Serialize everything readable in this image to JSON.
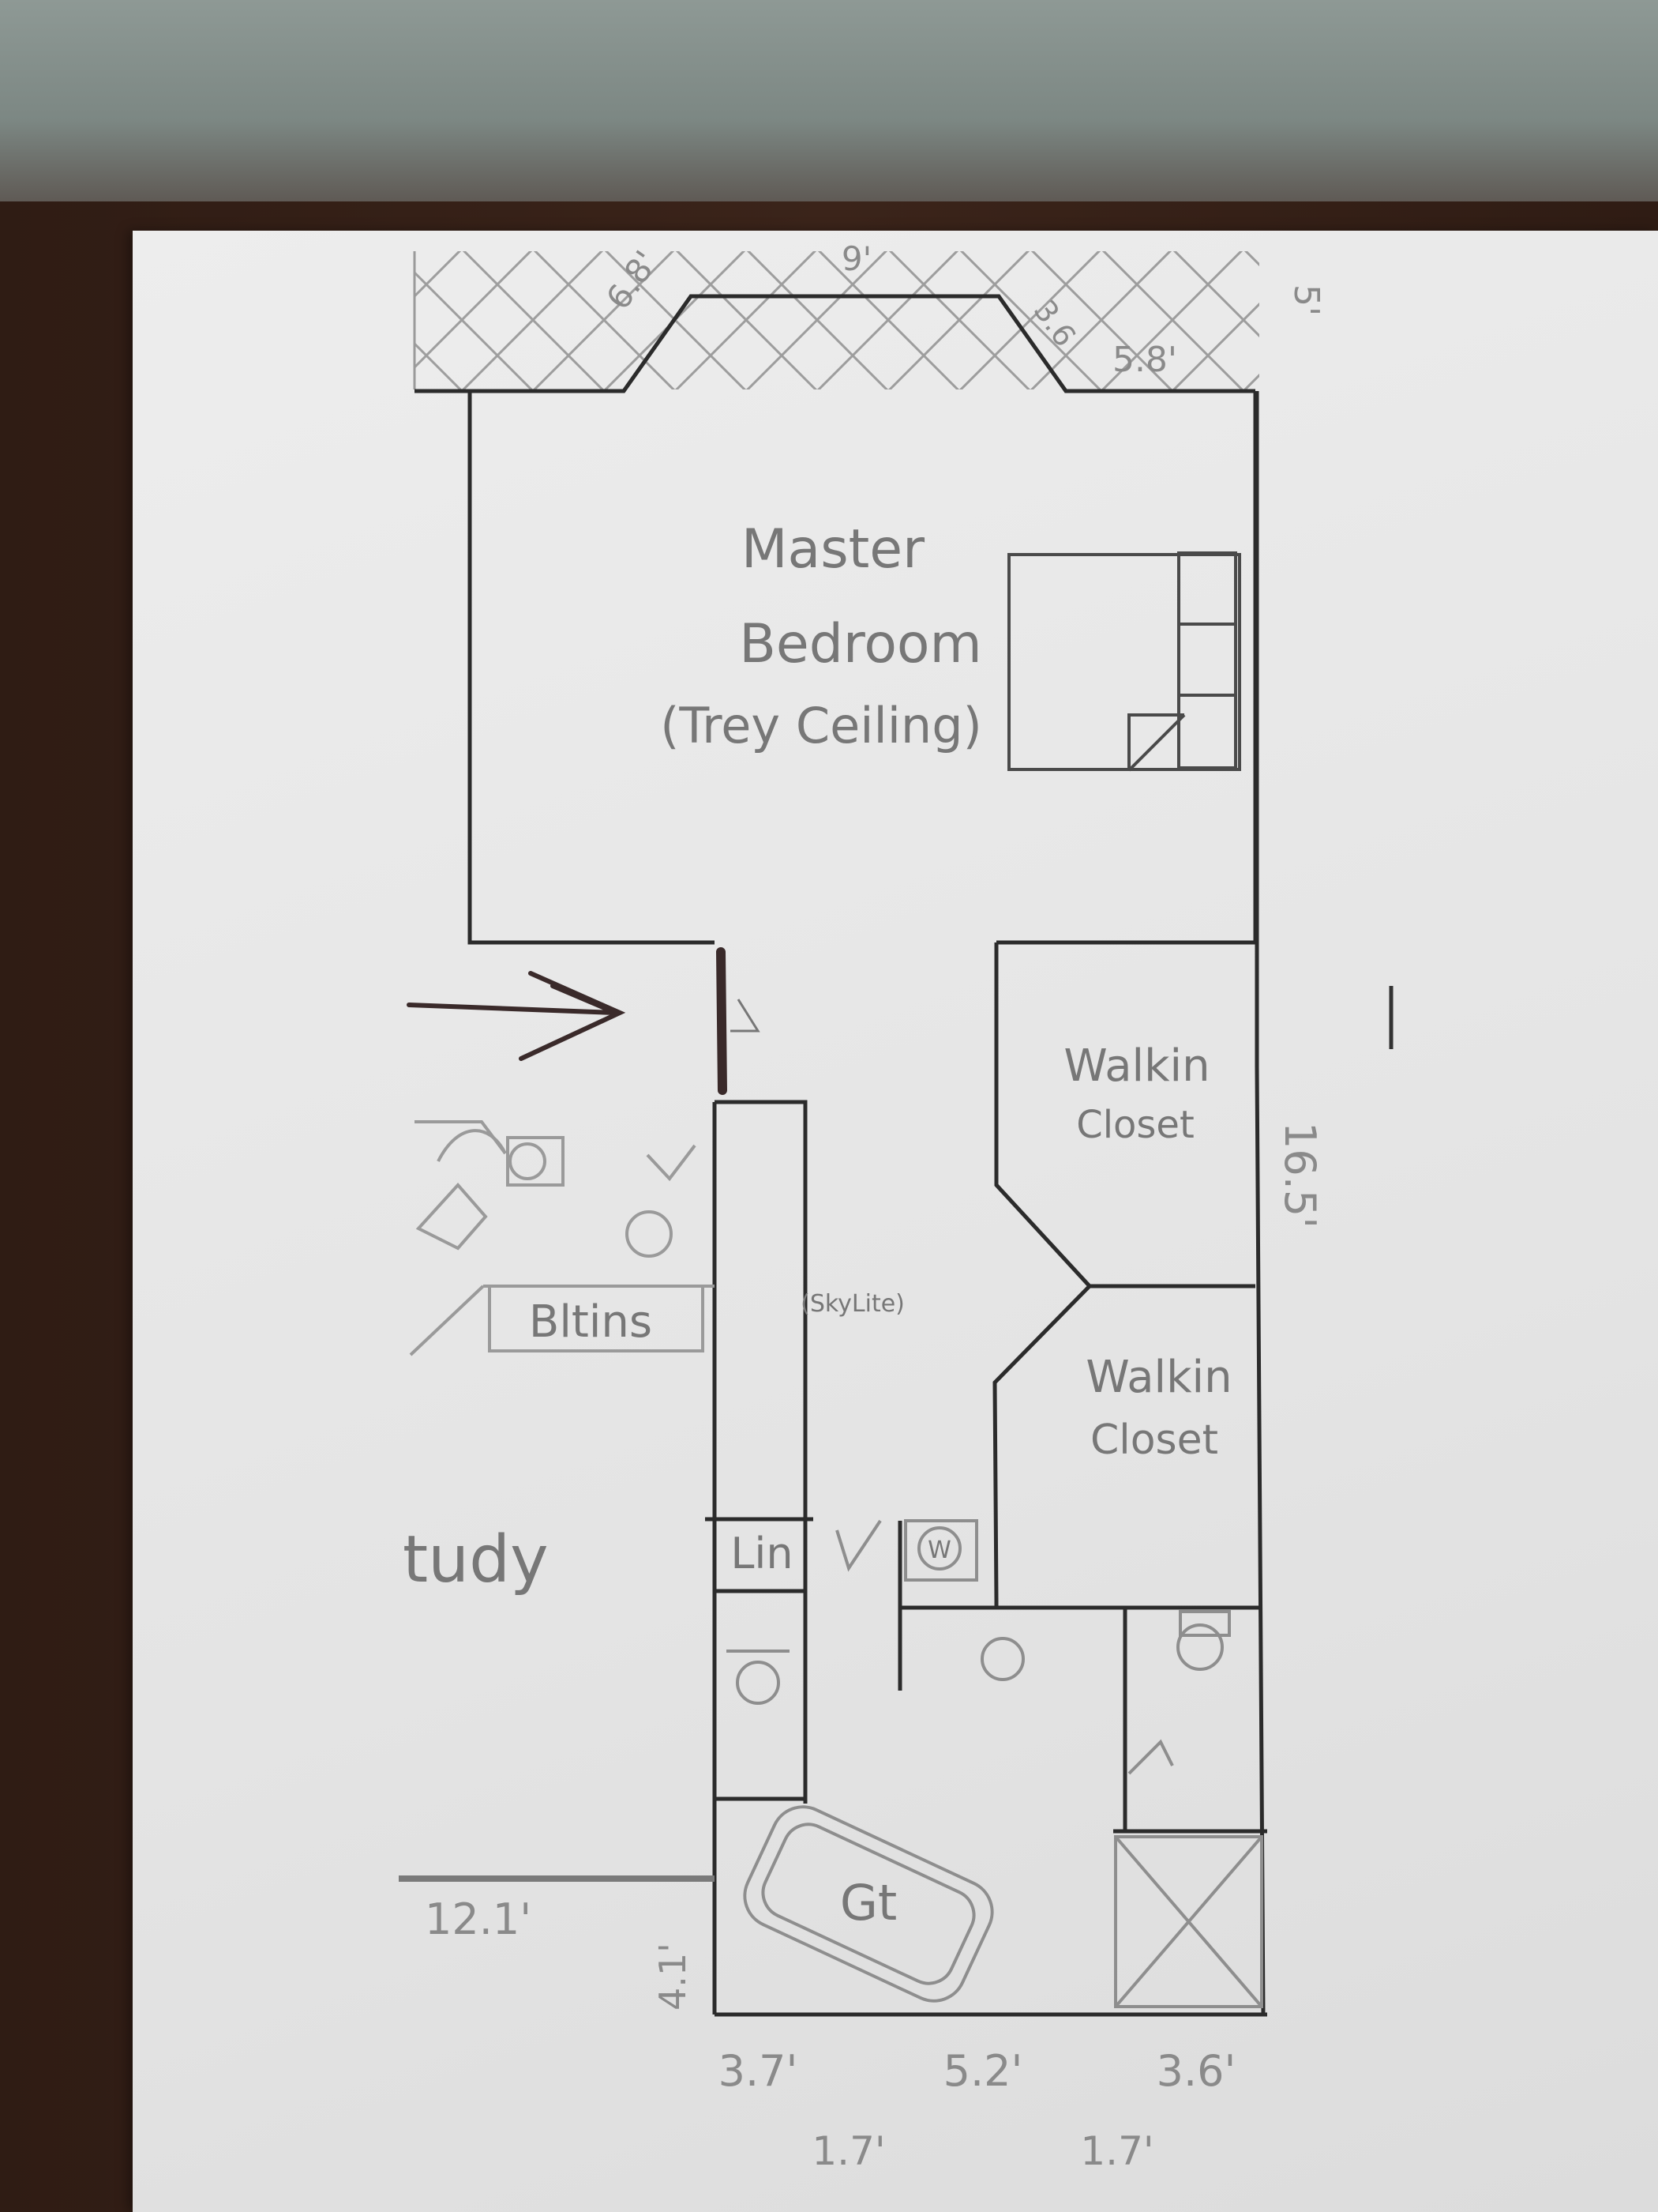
{
  "rooms": {
    "master_bedroom_line1": "Master",
    "master_bedroom_line2": "Bedroom",
    "master_bedroom_line3": "(Trey Ceiling)",
    "walkin_closet_1_line1": "Walkin",
    "walkin_closet_1_line2": "Closet",
    "walkin_closet_2_line1": "Walkin",
    "walkin_closet_2_line2": "Closet",
    "skylite": "(SkyLite)",
    "bltins": "Bltins",
    "study": "tudy",
    "linen": "Lin",
    "garden_tub": "Gt",
    "washer": "W"
  },
  "dimensions": {
    "top_left": "6.8'",
    "top_center": "9'",
    "top_diag": "3.6",
    "top_right": "5.8'",
    "top_far_right": "5'",
    "right_side": "16.5'",
    "study_width": "12.1'",
    "tub_height": "4.1'",
    "bottom_1": "3.7'",
    "bottom_2": "5.2'",
    "bottom_3": "3.6'",
    "bottom_4": "1.7'",
    "bottom_5": "1.7'"
  }
}
